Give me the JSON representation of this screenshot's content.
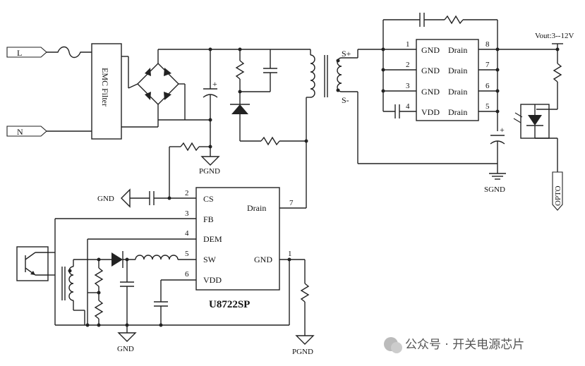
{
  "inputs": {
    "line": "L",
    "neutral": "N"
  },
  "emc_filter": "EMC Filter",
  "transformer": {
    "s_plus": "S+",
    "s_minus": "S-"
  },
  "grounds": {
    "pgnd_top": "PGND",
    "gnd_cs": "GND",
    "gnd_bottom": "GND",
    "pgnd_bottom": "PGND",
    "sgnd": "SGND"
  },
  "controller": {
    "name": "U8722SP",
    "pins_left": [
      {
        "num": "2",
        "name": "CS"
      },
      {
        "num": "3",
        "name": "FB"
      },
      {
        "num": "4",
        "name": "DEM"
      },
      {
        "num": "5",
        "name": "SW"
      },
      {
        "num": "6",
        "name": "VDD"
      }
    ],
    "pins_right": [
      {
        "num": "7",
        "name": "Drain"
      },
      {
        "num": "1",
        "name": "GND"
      }
    ]
  },
  "sync_rectifier": {
    "rows": [
      {
        "lnum": "1",
        "lname": "GND",
        "rname": "Drain",
        "rnum": "8"
      },
      {
        "lnum": "2",
        "lname": "GND",
        "rname": "Drain",
        "rnum": "7"
      },
      {
        "lnum": "3",
        "lname": "GND",
        "rname": "Drain",
        "rnum": "6"
      },
      {
        "lnum": "4",
        "lname": "VDD",
        "rname": "Drain",
        "rnum": "5"
      }
    ]
  },
  "output": {
    "vout": "Vout:3--12V",
    "opto": "OPTO"
  },
  "capacitor_plus": "+",
  "watermark": "公众号 · 开关电源芯片"
}
